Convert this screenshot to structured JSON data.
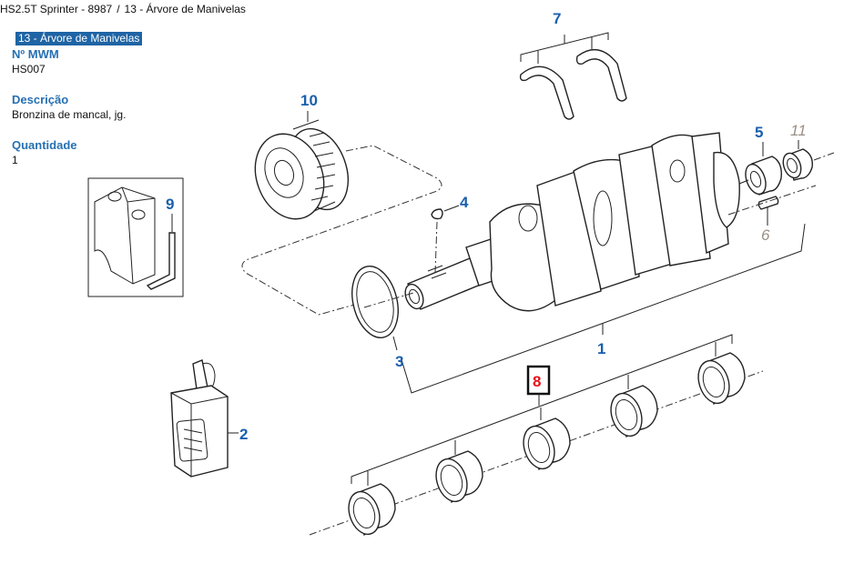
{
  "breadcrumb": {
    "items": [
      "HS2.5T Sprinter - 8987",
      "13 - Árvore de Manivelas"
    ],
    "separator": "/"
  },
  "section_tag": "13 - Árvore de Manivelas",
  "details": {
    "part_number_label": "Nº MWM",
    "part_number": "HS007",
    "description_label": "Descrição",
    "description": "Bronzina de mancal, jg.",
    "quantity_label": "Quantidade",
    "quantity": "1"
  },
  "diagram": {
    "selected_callout": "8",
    "colors": {
      "callout": "#1a5fae",
      "muted": "#9a8f86",
      "selected": "#e8101a",
      "tag_bg": "#1f64a4"
    },
    "callouts": [
      {
        "id": "1",
        "label": "1",
        "state": "normal"
      },
      {
        "id": "2",
        "label": "2",
        "state": "normal"
      },
      {
        "id": "3",
        "label": "3",
        "state": "normal"
      },
      {
        "id": "4",
        "label": "4",
        "state": "normal"
      },
      {
        "id": "5",
        "label": "5",
        "state": "normal"
      },
      {
        "id": "6",
        "label": "6",
        "state": "muted"
      },
      {
        "id": "7",
        "label": "7",
        "state": "normal"
      },
      {
        "id": "8",
        "label": "8",
        "state": "selected"
      },
      {
        "id": "9",
        "label": "9",
        "state": "normal"
      },
      {
        "id": "10",
        "label": "10",
        "state": "normal"
      },
      {
        "id": "11",
        "label": "11",
        "state": "muted"
      }
    ]
  }
}
